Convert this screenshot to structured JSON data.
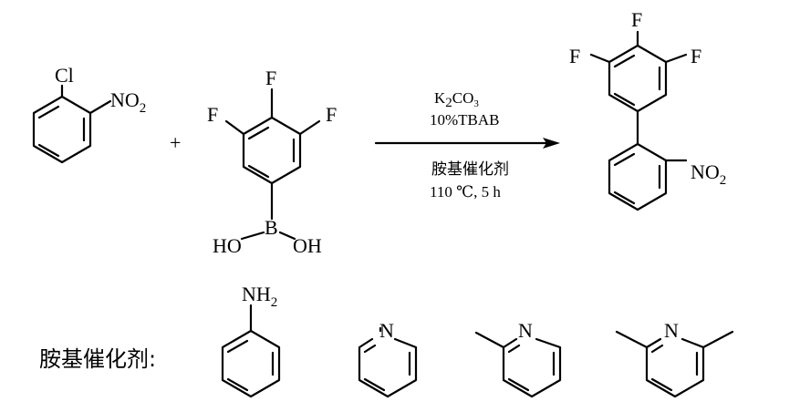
{
  "reactant1": {
    "substituent_top": "Cl",
    "substituent_side": "NO",
    "substituent_side_sub": "2"
  },
  "plus": "+",
  "reactant2": {
    "f_top": "F",
    "f_left": "F",
    "f_right": "F",
    "boron": "B",
    "oh_left": "HO",
    "oh_right": "OH"
  },
  "conditions": {
    "reagent_k": "K",
    "reagent_k_sub": "2",
    "reagent_co": "CO",
    "reagent_co_sub": "3",
    "additive": "10%TBAB",
    "catalyst": "胺基催化剂",
    "temp_time": "110 ℃, 5 h"
  },
  "product": {
    "f_top": "F",
    "f_left": "F",
    "f_right": "F",
    "nitro": "NO",
    "nitro_sub": "2"
  },
  "catalysts": {
    "label": "胺基催化剂:",
    "aniline_nh": "NH",
    "aniline_sub": "2",
    "pyridine_n": "N",
    "picoline_n": "N",
    "lutidine_n": "N"
  }
}
